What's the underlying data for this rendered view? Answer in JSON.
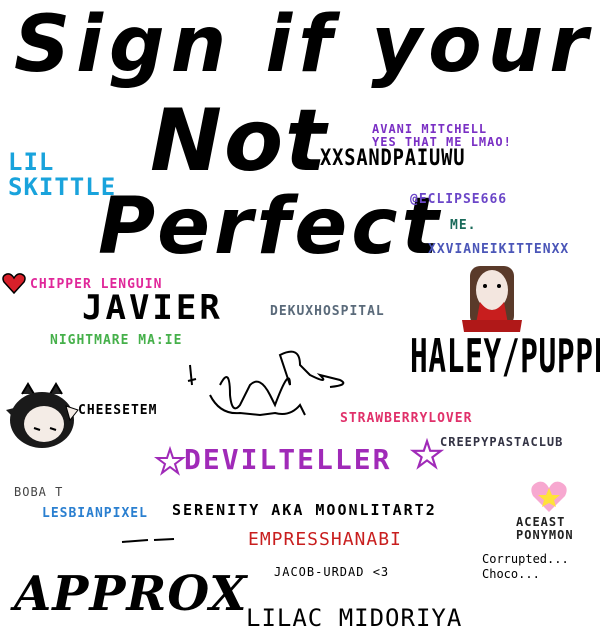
{
  "title": {
    "line1": "Sign  if your",
    "line2": "Not",
    "line3": "Perfect"
  },
  "signatures": {
    "lil_skittle": {
      "line1": "LIL",
      "line2": "SKITTLE",
      "color": "#19a3dc"
    },
    "avani": {
      "line1": "AVANI MITCHELL",
      "line2": "YES THAT ME LMAO!",
      "color": "#7a2fc4"
    },
    "xxsandpaiuwu": {
      "text": "XXSANDPAIUWU",
      "color": "#000000"
    },
    "eclipse": {
      "text": "@ECLIPSE666",
      "color": "#6b46c8"
    },
    "me": {
      "text": "ME.",
      "color": "#1a6a5a"
    },
    "xxvianeikitten": {
      "text": "XXVIANEIKITTENXX",
      "color": "#4b56b8"
    },
    "chipper": {
      "text": "CHIPPER LENGUIN",
      "color": "#e0289a"
    },
    "javier": {
      "text": "JAVIER",
      "color": "#000000"
    },
    "dekuxhospital": {
      "text": "DEKUXHOSPITAL",
      "color": "#5a6a7a"
    },
    "nightmare": {
      "text": "NIGHTMARE MA:IE",
      "color": "#45b04a"
    },
    "haley": {
      "text": "HALEY/PUPPET",
      "color": "#000000"
    },
    "cheesetem": {
      "text": "CHEESETEM",
      "color": "#000000"
    },
    "strawberry": {
      "text": "STRAWBERRYLOVER",
      "color": "#e0306a"
    },
    "creepypasta": {
      "text": "CREEPYPASTACLUB",
      "color": "#333344"
    },
    "deviltelller": {
      "text": "DEVILTELLER",
      "color": "#a02ab8"
    },
    "boba": {
      "text": "BOBA T",
      "color": "#444444"
    },
    "lesbianpixel": {
      "text": "LESBIANPIXEL",
      "color": "#2a7fd0"
    },
    "serenity": {
      "text": "SERENITY AKA MOONLITART2",
      "color": "#000000"
    },
    "aceast": {
      "line1": "ACEAST",
      "line2": "PONYMON",
      "color": "#222222"
    },
    "empress": {
      "text": "EMPRESSHANABI",
      "color": "#c81e1e"
    },
    "jacob": {
      "text": "JACOB-URDAD <3",
      "color": "#000000"
    },
    "corrupted": {
      "line1": "Corrupted...",
      "line2": "Choco...",
      "color": "#000000"
    },
    "approx": {
      "text": "APPROX",
      "color": "#000000"
    },
    "lilac": {
      "text": "LILAC MIDORIYA",
      "color": "#000000"
    }
  },
  "icons": {
    "heart": "heart-icon",
    "star_left": "star-icon",
    "star_right": "star-icon",
    "cat": "cat-face-icon",
    "doll": "doll-avatar-icon",
    "ace_heart": "ace-heart-icon"
  }
}
